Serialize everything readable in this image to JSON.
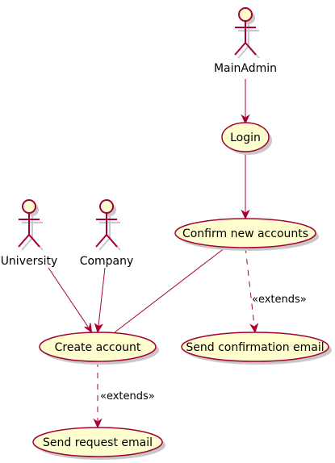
{
  "actors": {
    "main_admin": "MainAdmin",
    "university": "University",
    "company": "Company"
  },
  "usecases": {
    "login": "Login",
    "confirm_new_accounts": "Confirm new accounts",
    "create_account": "Create account",
    "send_confirmation_email": "Send confirmation email",
    "send_request_email": "Send request email"
  },
  "relations": {
    "extends_confirmation": "«extends»",
    "extends_request": "«extends»"
  },
  "colors": {
    "border": "#A80036",
    "fill": "#FEFECE",
    "shadow": "#c8c8c8"
  }
}
